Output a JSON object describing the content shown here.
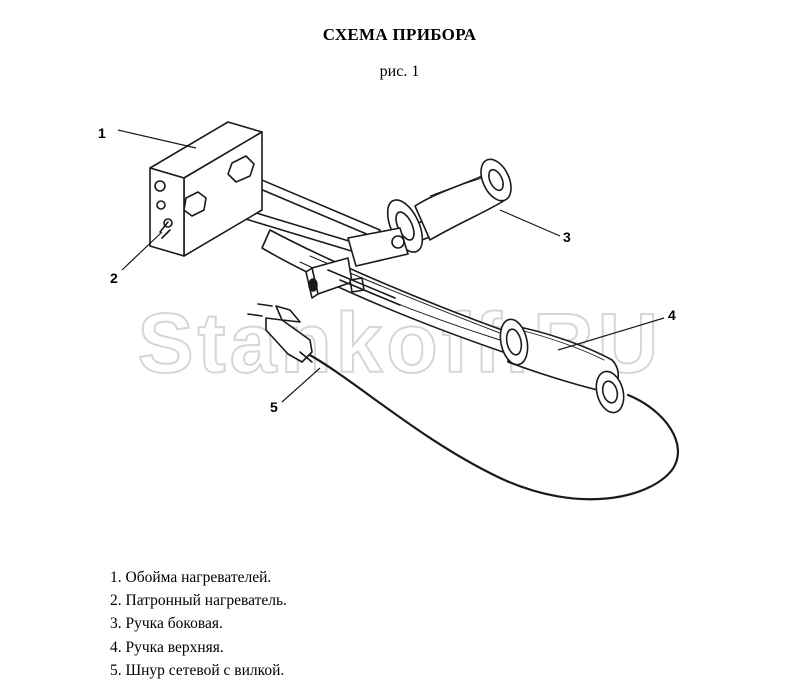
{
  "title": "СХЕМА ПРИБОРА",
  "subtitle": "рис. 1",
  "watermark": "Stankoff.RU",
  "callouts": [
    "1",
    "2",
    "3",
    "4",
    "5"
  ],
  "legend": [
    "1. Обойма нагревателей.",
    "2. Патронный нагреватель.",
    "3. Ручка боковая.",
    "4. Ручка верхняя.",
    "5. Шнур сетевой с вилкой."
  ]
}
